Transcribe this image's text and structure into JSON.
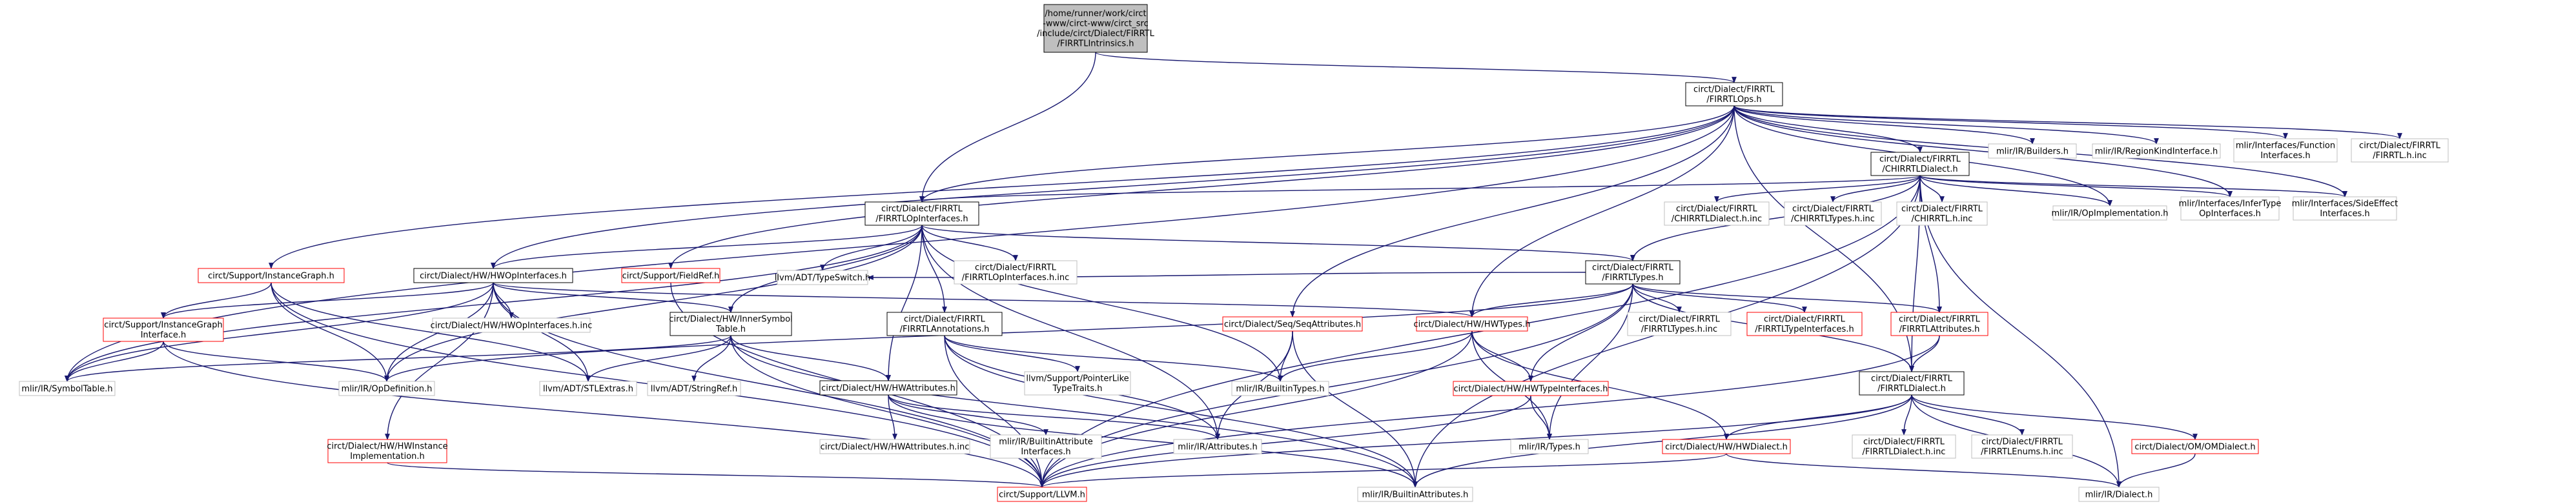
{
  "colors": {
    "edge": "#191970",
    "border_default": "#000000",
    "border_undocumented": "#ff0000",
    "border_external": "#bfbfbf",
    "fill_root": "#bfbfbf",
    "fill_default": "#ffffff"
  },
  "nodes": [
    {
      "id": "root",
      "lines": [
        "/home/runner/work/circt",
        "-www/circt-www/circt_src",
        "/include/circt/Dialect/FIRRTL",
        "/FIRRTLIntrinsics.h"
      ],
      "kind": "root"
    },
    {
      "id": "firrtlops",
      "lines": [
        "circt/Dialect/FIRRTL",
        "/FIRRTLOps.h"
      ],
      "kind": "default"
    },
    {
      "id": "chirrtldialect",
      "lines": [
        "circt/Dialect/FIRRTL",
        "/CHIRRTLDialect.h"
      ],
      "kind": "default"
    },
    {
      "id": "firrtlopinterfaces",
      "lines": [
        "circt/Dialect/FIRRTL",
        "/FIRRTLOpInterfaces.h"
      ],
      "kind": "default"
    },
    {
      "id": "instancegraph",
      "lines": [
        "circt/Support/InstanceGraph.h"
      ],
      "kind": "red"
    },
    {
      "id": "fieldref",
      "lines": [
        "circt/Support/FieldRef.h"
      ],
      "kind": "red"
    },
    {
      "id": "hwopinterfaces",
      "lines": [
        "circt/Dialect/HW/HWOpInterfaces.h"
      ],
      "kind": "default"
    },
    {
      "id": "firrtlopinterfacesinc",
      "lines": [
        "circt/Dialect/FIRRTL",
        "/FIRRTLOpInterfaces.h.inc"
      ],
      "kind": "gray"
    },
    {
      "id": "firrtltypes",
      "lines": [
        "circt/Dialect/FIRRTL",
        "/FIRRTLTypes.h"
      ],
      "kind": "default"
    },
    {
      "id": "chirrtldialectinc",
      "lines": [
        "circt/Dialect/FIRRTL",
        "/CHIRRTLDialect.h.inc"
      ],
      "kind": "gray"
    },
    {
      "id": "chirrtltypesinc",
      "lines": [
        "circt/Dialect/FIRRTL",
        "/CHIRRTLTypes.h.inc"
      ],
      "kind": "gray"
    },
    {
      "id": "chirrtlhinc",
      "lines": [
        "circt/Dialect/FIRRTL",
        "/CHIRRTL.h.inc"
      ],
      "kind": "gray"
    },
    {
      "id": "builders",
      "lines": [
        "mlir/IR/Builders.h"
      ],
      "kind": "gray"
    },
    {
      "id": "regionkind",
      "lines": [
        "mlir/IR/RegionKindInterface.h"
      ],
      "kind": "gray"
    },
    {
      "id": "functioninterfaces",
      "lines": [
        "mlir/Interfaces/Function",
        "Interfaces.h"
      ],
      "kind": "gray"
    },
    {
      "id": "firrtlhinc",
      "lines": [
        "circt/Dialect/FIRRTL",
        "/FIRRTL.h.inc"
      ],
      "kind": "gray"
    },
    {
      "id": "opimplementation",
      "lines": [
        "mlir/IR/OpImplementation.h"
      ],
      "kind": "gray"
    },
    {
      "id": "infertype",
      "lines": [
        "mlir/Interfaces/InferType",
        "OpInterfaces.h"
      ],
      "kind": "gray"
    },
    {
      "id": "sideeffect",
      "lines": [
        "mlir/Interfaces/SideEffect",
        "Interfaces.h"
      ],
      "kind": "gray"
    },
    {
      "id": "instancegraphinterface",
      "lines": [
        "circt/Support/InstanceGraph",
        "Interface.h"
      ],
      "kind": "red"
    },
    {
      "id": "hwopinterfacesinc",
      "lines": [
        "circt/Dialect/HW/HWOpInterfaces.h.inc"
      ],
      "kind": "gray"
    },
    {
      "id": "innersymboltable",
      "lines": [
        "circt/Dialect/HW/InnerSymbol",
        "Table.h"
      ],
      "kind": "default"
    },
    {
      "id": "typeswitch",
      "lines": [
        "llvm/ADT/TypeSwitch.h"
      ],
      "kind": "gray"
    },
    {
      "id": "firrtlannotations",
      "lines": [
        "circt/Dialect/FIRRTL",
        "/FIRRTLAnnotations.h"
      ],
      "kind": "default"
    },
    {
      "id": "seqattributes",
      "lines": [
        "circt/Dialect/Seq/SeqAttributes.h"
      ],
      "kind": "red"
    },
    {
      "id": "hwtypes",
      "lines": [
        "circt/Dialect/HW/HWTypes.h"
      ],
      "kind": "red"
    },
    {
      "id": "firrtltypeshinc",
      "lines": [
        "circt/Dialect/FIRRTL",
        "/FIRRTLTypes.h.inc"
      ],
      "kind": "gray"
    },
    {
      "id": "firrtltypeinterfaces",
      "lines": [
        "circt/Dialect/FIRRTL",
        "/FIRRTLTypeInterfaces.h"
      ],
      "kind": "red"
    },
    {
      "id": "firrtlattributes",
      "lines": [
        "circt/Dialect/FIRRTL",
        "/FIRRTLAttributes.h"
      ],
      "kind": "red"
    },
    {
      "id": "symboltable",
      "lines": [
        "mlir/IR/SymbolTable.h"
      ],
      "kind": "gray"
    },
    {
      "id": "opdefinition",
      "lines": [
        "mlir/IR/OpDefinition.h"
      ],
      "kind": "gray"
    },
    {
      "id": "stlextras",
      "lines": [
        "llvm/ADT/STLExtras.h"
      ],
      "kind": "gray"
    },
    {
      "id": "stringref",
      "lines": [
        "llvm/ADT/StringRef.h"
      ],
      "kind": "gray"
    },
    {
      "id": "hwattributes",
      "lines": [
        "circt/Dialect/HW/HWAttributes.h"
      ],
      "kind": "default"
    },
    {
      "id": "pointerlike",
      "lines": [
        "llvm/Support/PointerLike",
        "TypeTraits.h"
      ],
      "kind": "gray"
    },
    {
      "id": "builtintypes",
      "lines": [
        "mlir/IR/BuiltinTypes.h"
      ],
      "kind": "gray"
    },
    {
      "id": "hwtypeinterfaces",
      "lines": [
        "circt/Dialect/HW/HWTypeInterfaces.h"
      ],
      "kind": "red"
    },
    {
      "id": "firrtldialect",
      "lines": [
        "circt/Dialect/FIRRTL",
        "/FIRRTLDialect.h"
      ],
      "kind": "default"
    },
    {
      "id": "hwinstanceimpl",
      "lines": [
        "circt/Dialect/HW/HWInstance",
        "Implementation.h"
      ],
      "kind": "red"
    },
    {
      "id": "hwattributeshinc",
      "lines": [
        "circt/Dialect/HW/HWAttributes.h.inc"
      ],
      "kind": "gray"
    },
    {
      "id": "builtinattributeinterfaces",
      "lines": [
        "mlir/IR/BuiltinAttribute",
        "Interfaces.h"
      ],
      "kind": "gray"
    },
    {
      "id": "attributes",
      "lines": [
        "mlir/IR/Attributes.h"
      ],
      "kind": "gray"
    },
    {
      "id": "irtypes",
      "lines": [
        "mlir/IR/Types.h"
      ],
      "kind": "gray"
    },
    {
      "id": "hwdialect",
      "lines": [
        "circt/Dialect/HW/HWDialect.h"
      ],
      "kind": "red"
    },
    {
      "id": "firrtldialecthinc",
      "lines": [
        "circt/Dialect/FIRRTL",
        "/FIRRTLDialect.h.inc"
      ],
      "kind": "gray"
    },
    {
      "id": "firrtlenumshinc",
      "lines": [
        "circt/Dialect/FIRRTL",
        "/FIRRTLEnums.h.inc"
      ],
      "kind": "gray"
    },
    {
      "id": "omdialect",
      "lines": [
        "circt/Dialect/OM/OMDialect.h"
      ],
      "kind": "red"
    },
    {
      "id": "llvmh",
      "lines": [
        "circt/Support/LLVM.h"
      ],
      "kind": "red"
    },
    {
      "id": "builtinattributes",
      "lines": [
        "mlir/IR/BuiltinAttributes.h"
      ],
      "kind": "gray"
    },
    {
      "id": "irdialect",
      "lines": [
        "mlir/IR/Dialect.h"
      ],
      "kind": "gray"
    }
  ],
  "edges": [
    [
      "root",
      "firrtlops"
    ],
    [
      "root",
      "firrtlopinterfaces"
    ],
    [
      "firrtlops",
      "chirrtldialect"
    ],
    [
      "firrtlops",
      "firrtlopinterfaces"
    ],
    [
      "firrtlops",
      "instancegraph"
    ],
    [
      "firrtlops",
      "fieldref"
    ],
    [
      "firrtlops",
      "hwopinterfaces"
    ],
    [
      "firrtlops",
      "seqattributes"
    ],
    [
      "firrtlops",
      "hwtypes"
    ],
    [
      "firrtlops",
      "builders"
    ],
    [
      "firrtlops",
      "regionkind"
    ],
    [
      "firrtlops",
      "functioninterfaces"
    ],
    [
      "firrtlops",
      "firrtlhinc"
    ],
    [
      "firrtlops",
      "opimplementation"
    ],
    [
      "firrtlops",
      "infertype"
    ],
    [
      "firrtlops",
      "sideeffect"
    ],
    [
      "firrtlops",
      "symboltable"
    ],
    [
      "firrtlops",
      "firrtldialect"
    ],
    [
      "chirrtldialect",
      "firrtlopinterfaces"
    ],
    [
      "chirrtldialect",
      "firrtltypes"
    ],
    [
      "chirrtldialect",
      "chirrtldialectinc"
    ],
    [
      "chirrtldialect",
      "chirrtltypesinc"
    ],
    [
      "chirrtldialect",
      "chirrtlhinc"
    ],
    [
      "chirrtldialect",
      "opimplementation"
    ],
    [
      "chirrtldialect",
      "infertype"
    ],
    [
      "chirrtldialect",
      "sideeffect"
    ],
    [
      "chirrtldialect",
      "firrtlattributes"
    ],
    [
      "chirrtldialect",
      "firrtldialect"
    ],
    [
      "chirrtldialect",
      "llvmh"
    ],
    [
      "chirrtldialect",
      "builtinattributes"
    ],
    [
      "chirrtldialect",
      "irdialect"
    ],
    [
      "firrtlopinterfaces",
      "hwopinterfaces"
    ],
    [
      "firrtlopinterfaces",
      "firrtlopinterfacesinc"
    ],
    [
      "firrtlopinterfaces",
      "firrtltypes"
    ],
    [
      "firrtlopinterfaces",
      "innersymboltable"
    ],
    [
      "firrtlopinterfaces",
      "typeswitch"
    ],
    [
      "firrtlopinterfaces",
      "firrtlannotations"
    ],
    [
      "firrtlopinterfaces",
      "symboltable"
    ],
    [
      "firrtlopinterfaces",
      "opdefinition"
    ],
    [
      "firrtlopinterfaces",
      "builtintypes"
    ],
    [
      "firrtlopinterfaces",
      "hwattributes"
    ],
    [
      "firrtlopinterfaces",
      "attributes"
    ],
    [
      "instancegraph",
      "instancegraphinterface"
    ],
    [
      "instancegraph",
      "opdefinition"
    ],
    [
      "instancegraph",
      "stlextras"
    ],
    [
      "instancegraph",
      "llvmh"
    ],
    [
      "fieldref",
      "llvmh"
    ],
    [
      "hwopinterfaces",
      "instancegraphinterface"
    ],
    [
      "hwopinterfaces",
      "hwopinterfacesinc"
    ],
    [
      "hwopinterfaces",
      "innersymboltable"
    ],
    [
      "hwopinterfaces",
      "symboltable"
    ],
    [
      "hwopinterfaces",
      "opdefinition"
    ],
    [
      "hwopinterfaces",
      "hwinstanceimpl"
    ],
    [
      "hwopinterfaces",
      "hwtypes"
    ],
    [
      "hwopinterfaces",
      "llvmh"
    ],
    [
      "hwopinterfaces",
      "stlextras"
    ],
    [
      "firrtltypes",
      "typeswitch"
    ],
    [
      "firrtltypes",
      "hwtypes"
    ],
    [
      "firrtltypes",
      "firrtltypeshinc"
    ],
    [
      "firrtltypes",
      "firrtltypeinterfaces"
    ],
    [
      "firrtltypes",
      "firrtlattributes"
    ],
    [
      "firrtltypes",
      "hwtypeinterfaces"
    ],
    [
      "firrtltypes",
      "irtypes"
    ],
    [
      "firrtltypes",
      "firrtldialect"
    ],
    [
      "firrtltypes",
      "opdefinition"
    ],
    [
      "firrtltypes",
      "llvmh"
    ],
    [
      "instancegraphinterface",
      "symboltable"
    ],
    [
      "instancegraphinterface",
      "opdefinition"
    ],
    [
      "instancegraphinterface",
      "llvmh"
    ],
    [
      "innersymboltable",
      "symboltable"
    ],
    [
      "innersymboltable",
      "stlextras"
    ],
    [
      "innersymboltable",
      "stringref"
    ],
    [
      "innersymboltable",
      "hwattributes"
    ],
    [
      "innersymboltable",
      "llvmh"
    ],
    [
      "innersymboltable",
      "builtinattributes"
    ],
    [
      "firrtlannotations",
      "pointerlike"
    ],
    [
      "firrtlannotations",
      "builtintypes"
    ],
    [
      "firrtlannotations",
      "llvmh"
    ],
    [
      "firrtlannotations",
      "builtinattributes"
    ],
    [
      "firrtlannotations",
      "attributes"
    ],
    [
      "seqattributes",
      "builtintypes"
    ],
    [
      "seqattributes",
      "attributes"
    ],
    [
      "seqattributes",
      "builtinattributes"
    ],
    [
      "hwtypes",
      "hwtypeinterfaces"
    ],
    [
      "hwtypes",
      "builtintypes"
    ],
    [
      "hwtypes",
      "irtypes"
    ],
    [
      "hwtypes",
      "hwdialect"
    ],
    [
      "hwtypes",
      "llvmh"
    ],
    [
      "firrtlattributes",
      "firrtldialect"
    ],
    [
      "firrtlattributes",
      "llvmh"
    ],
    [
      "hwattributes",
      "hwattributeshinc"
    ],
    [
      "hwattributes",
      "builtinattributeinterfaces"
    ],
    [
      "hwattributes",
      "attributes"
    ],
    [
      "hwattributes",
      "builtinattributes"
    ],
    [
      "hwtypeinterfaces",
      "irtypes"
    ],
    [
      "hwtypeinterfaces",
      "llvmh"
    ],
    [
      "firrtldialect",
      "hwdialect"
    ],
    [
      "firrtldialect",
      "firrtldialecthinc"
    ],
    [
      "firrtldialect",
      "firrtlenumshinc"
    ],
    [
      "firrtldialect",
      "omdialect"
    ],
    [
      "firrtldialect",
      "irdialect"
    ],
    [
      "firrtldialect",
      "llvmh"
    ],
    [
      "firrtldialect",
      "builtinattributes"
    ],
    [
      "hwinstanceimpl",
      "llvmh"
    ],
    [
      "hwdialect",
      "irdialect"
    ],
    [
      "hwdialect",
      "llvmh"
    ],
    [
      "omdialect",
      "irdialect"
    ]
  ]
}
